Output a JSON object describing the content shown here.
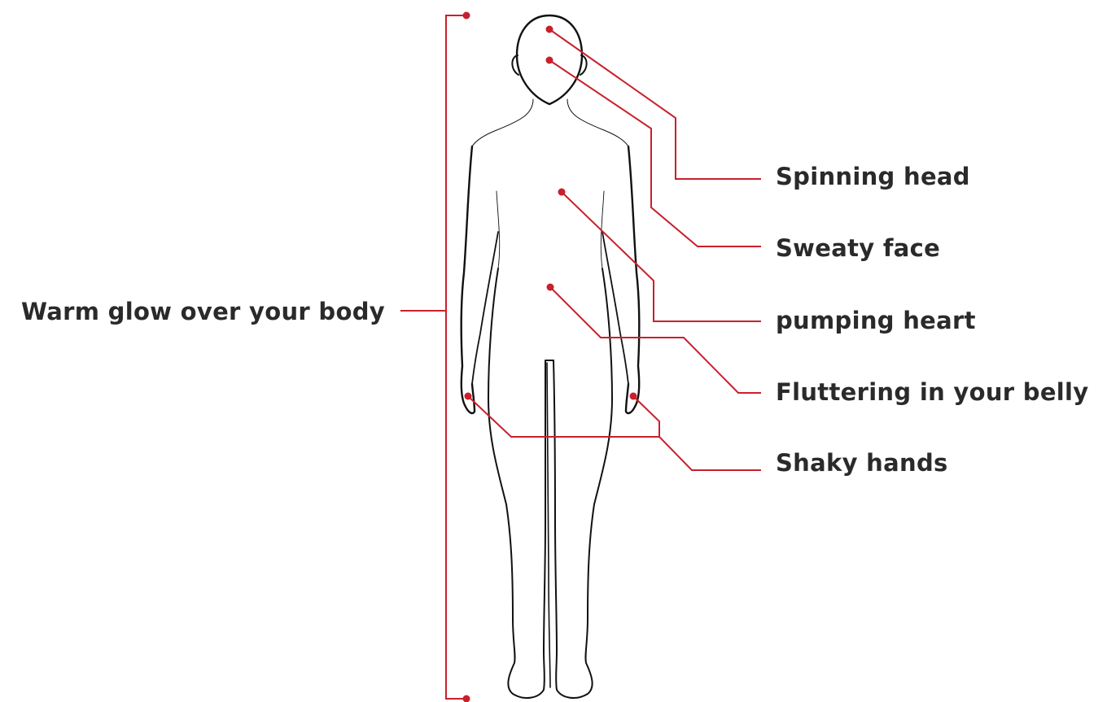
{
  "callouts": {
    "spinning_head": "Spinning head",
    "sweaty_face": "Sweaty face",
    "pumping_heart": "pumping heart",
    "fluttering_belly": "Fluttering in your belly",
    "shaky_hands": "Shaky hands",
    "warm_glow": "Warm glow over your body"
  },
  "colors": {
    "leader_line": "#c8202c",
    "marker_dot": "#c8202c",
    "outline": "#111111",
    "label_text": "#2a2a2a"
  }
}
